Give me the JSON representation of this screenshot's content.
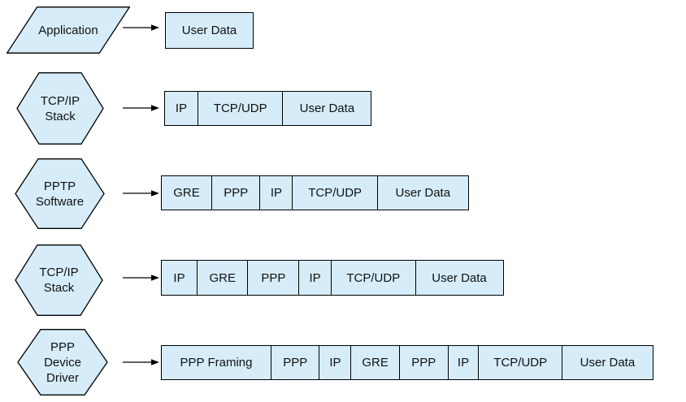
{
  "diagram": {
    "description": "PPTP packet encapsulation layers",
    "colors": {
      "shape_fill": "#D6EDF9",
      "stroke": "#000000",
      "text": "#111111",
      "background": "#FFFFFF"
    },
    "rows": [
      {
        "shape": {
          "type": "parallelogram",
          "lines": [
            "Application"
          ]
        },
        "cells": [
          {
            "label": "User Data"
          }
        ]
      },
      {
        "shape": {
          "type": "hexagon",
          "lines": [
            "TCP/IP",
            "Stack"
          ]
        },
        "cells": [
          {
            "label": "IP"
          },
          {
            "label": "TCP/UDP"
          },
          {
            "label": "User Data"
          }
        ]
      },
      {
        "shape": {
          "type": "hexagon",
          "lines": [
            "PPTP",
            "Software"
          ]
        },
        "cells": [
          {
            "label": "GRE"
          },
          {
            "label": "PPP"
          },
          {
            "label": "IP"
          },
          {
            "label": "TCP/UDP"
          },
          {
            "label": "User Data"
          }
        ]
      },
      {
        "shape": {
          "type": "hexagon",
          "lines": [
            "TCP/IP",
            "Stack"
          ]
        },
        "cells": [
          {
            "label": "IP"
          },
          {
            "label": "GRE"
          },
          {
            "label": "PPP"
          },
          {
            "label": "IP"
          },
          {
            "label": "TCP/UDP"
          },
          {
            "label": "User Data"
          }
        ]
      },
      {
        "shape": {
          "type": "hexagon",
          "lines": [
            "PPP",
            "Device",
            "Driver"
          ]
        },
        "cells": [
          {
            "label": "PPP Framing"
          },
          {
            "label": "PPP"
          },
          {
            "label": "IP"
          },
          {
            "label": "GRE"
          },
          {
            "label": "PPP"
          },
          {
            "label": "IP"
          },
          {
            "label": "TCP/UDP"
          },
          {
            "label": "User Data"
          }
        ]
      }
    ]
  }
}
